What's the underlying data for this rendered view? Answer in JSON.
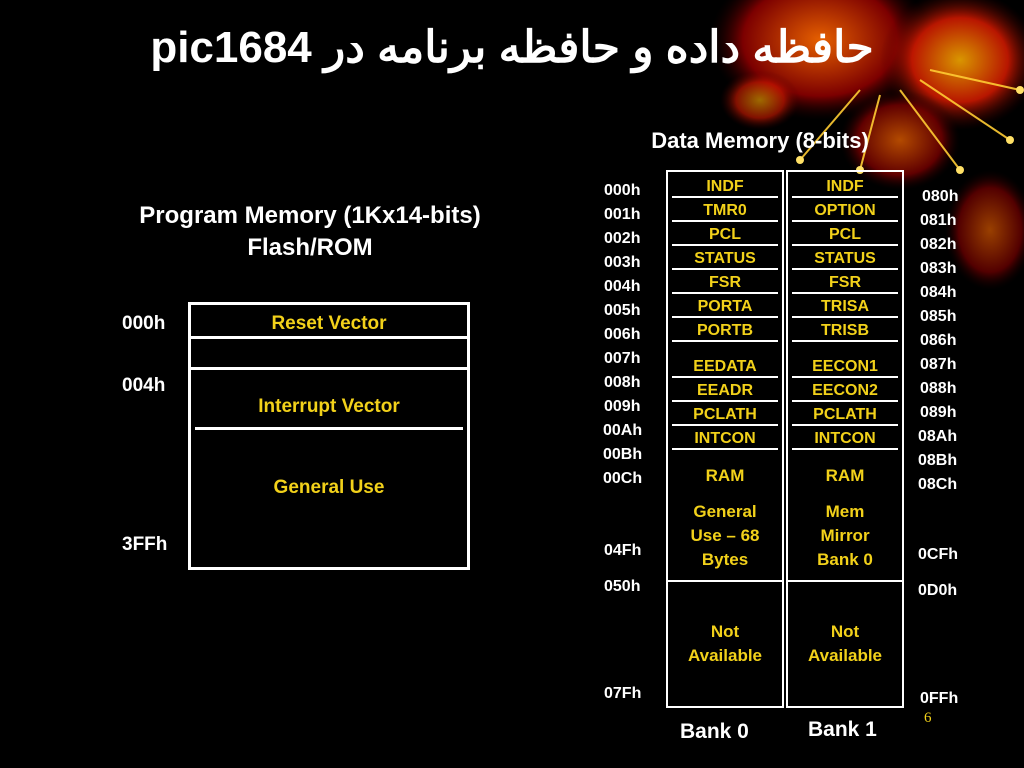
{
  "title": {
    "text_rtl": "حافظه داده و حافظه برنامه در",
    "text_latin": "pic1684"
  },
  "program_memory": {
    "heading_line1": "Program Memory (1Kx14-bits)",
    "heading_line2": "Flash/ROM",
    "addresses": [
      "000h",
      "004h",
      "3FFh"
    ],
    "sections": [
      "Reset Vector",
      "Interrupt Vector",
      "General Use"
    ]
  },
  "data_memory": {
    "heading": "Data Memory (8-bits)",
    "bank0_addresses": [
      "000h",
      "001h",
      "002h",
      "003h",
      "004h",
      "005h",
      "006h",
      "007h",
      "008h",
      "009h",
      "00Ah",
      "00Bh",
      "00Ch",
      "04Fh",
      "050h",
      "07Fh"
    ],
    "bank1_addresses": [
      "080h",
      "081h",
      "082h",
      "083h",
      "084h",
      "085h",
      "086h",
      "087h",
      "088h",
      "089h",
      "08Ah",
      "08Bh",
      "08Ch",
      "0CFh",
      "0D0h",
      "0FFh"
    ],
    "bank0_registers": [
      "INDF",
      "TMR0",
      "PCL",
      "STATUS",
      "FSR",
      "PORTA",
      "PORTB",
      "EEDATA",
      "EEADR",
      "PCLATH",
      "INTCON"
    ],
    "bank1_registers": [
      "INDF",
      "OPTION",
      "PCL",
      "STATUS",
      "FSR",
      "TRISA",
      "TRISB",
      "EECON1",
      "EECON2",
      "PCLATH",
      "INTCON"
    ],
    "bank0_ram": {
      "label": "RAM",
      "desc_lines": [
        "General",
        "Use – 68",
        "Bytes"
      ]
    },
    "bank1_ram": {
      "label": "RAM",
      "desc_lines": [
        "Mem",
        "Mirror",
        "Bank 0"
      ]
    },
    "not_available_lines": [
      "Not",
      "Available"
    ],
    "bank0_label": "Bank 0",
    "bank1_label": "Bank 1"
  },
  "page_number": "6",
  "colors": {
    "background": "#000000",
    "highlight": "#f2d11a",
    "text": "#ffffff"
  }
}
